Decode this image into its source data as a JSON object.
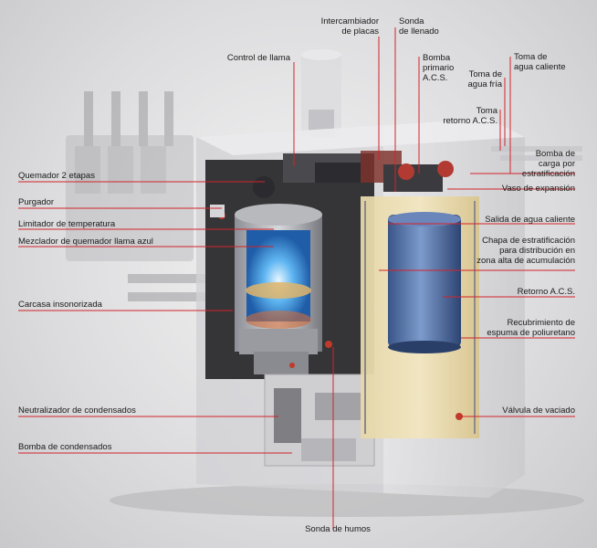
{
  "labels": {
    "intercambiador": [
      "Intercambiador",
      "de placas"
    ],
    "sonda_llenado": [
      "Sonda",
      "de llenado"
    ],
    "control_llama": [
      "Control de llama"
    ],
    "bomba_primario": [
      "Bomba",
      "primario",
      "A.C.S."
    ],
    "toma_agua_caliente": [
      "Toma de",
      "agua caliente"
    ],
    "toma_agua_fria": [
      "Toma de",
      "agua fría"
    ],
    "toma_retorno": [
      "Toma",
      "retorno A.C.S."
    ],
    "bomba_carga": [
      "Bomba de",
      "carga por",
      "estratificación"
    ],
    "vaso_expansion": [
      "Vaso de expansión"
    ],
    "quemador": [
      "Quemador 2 etapas"
    ],
    "purgador": [
      "Purgador"
    ],
    "limitador": [
      "Limitador de temperatura"
    ],
    "mezclador": [
      "Mezclador de quemador llama azul"
    ],
    "salida_agua": [
      "Salida de agua caliente"
    ],
    "chapa": [
      "Chapa de estratificación",
      "para distribución en",
      "zona alta de acumulación"
    ],
    "carcasa": [
      "Carcasa insonorizada"
    ],
    "retorno_acs": [
      "Retorno A.C.S."
    ],
    "recubrimiento": [
      "Recubrimiento de",
      "espuma de poliuretano"
    ],
    "neutralizador": [
      "Neutralizador de condensados"
    ],
    "valvula": [
      "Válvula de vaciado"
    ],
    "bomba_condensados": [
      "Bomba de condensados"
    ],
    "sonda_humos": [
      "Sonda de humos"
    ]
  },
  "colors": {
    "leader_line": "#d2232a",
    "background": "#dcdcde"
  }
}
